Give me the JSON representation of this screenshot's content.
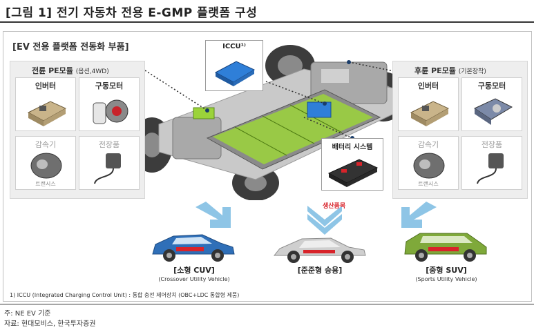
{
  "figure": {
    "title": "[그림 1] 전기 자동차 전용 E-GMP 플랫폼 구성",
    "section_label": "[EV 전용 플랫폼 전동화 부품]"
  },
  "front_module": {
    "title": "전륜 PE모듈",
    "title_sub": "(옵션,4WD)",
    "cells": [
      {
        "label": "인버터",
        "icon": "inverter-icon"
      },
      {
        "label": "구동모터",
        "icon": "drive-motor-icon"
      },
      {
        "label": "감속기",
        "caption": "트랜시스",
        "icon": "reducer-icon"
      },
      {
        "label": "전장품",
        "icon": "electrical-parts-icon"
      }
    ]
  },
  "rear_module": {
    "title": "후륜 PE모듈",
    "title_sub": "(기본장착)",
    "cells": [
      {
        "label": "인버터",
        "icon": "inverter-icon"
      },
      {
        "label": "구동모터",
        "icon": "drive-motor-icon"
      },
      {
        "label": "감속기",
        "caption": "트랜시스",
        "icon": "reducer-icon"
      },
      {
        "label": "전장품",
        "icon": "electrical-parts-icon"
      }
    ]
  },
  "callouts": {
    "iccu": "ICCU¹⁾",
    "battery": "배터리 시스템",
    "production_label": "생산품목"
  },
  "vehicles": [
    {
      "name": "[소형 CUV]",
      "desc": "(Crossover Utility Vehicle)",
      "color": "#2f6fb8"
    },
    {
      "name": "[준준형 승용]",
      "desc": "",
      "color": "#b7b7b7"
    },
    {
      "name": "[중형 SUV]",
      "desc": "(Sports Utility Vehicle)",
      "color": "#7fa93a"
    }
  ],
  "colors": {
    "accent_red": "#d8232a",
    "arrow_blue": "#8ec5e6",
    "battery_green": "#9bd33a"
  },
  "footnote": "1) ICCU (Integrated Charging Control Unit) : 통합 충전 제어장치 (OBC+LDC 통합형 제품)",
  "notes": {
    "basis": "주: NE EV 기준",
    "source": "자료: 현대모비스, 한국투자증권"
  }
}
